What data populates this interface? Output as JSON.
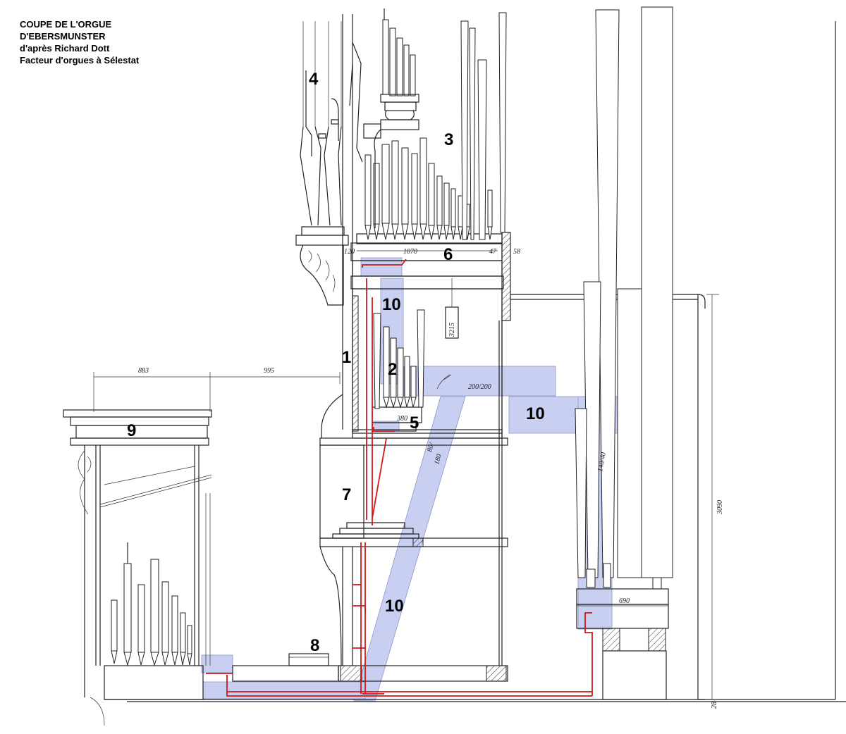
{
  "title": {
    "line1": "COUPE  DE  L'ORGUE",
    "line2": "D'EBERSMUNSTER",
    "line3": "d'après Richard Dott",
    "line4": "Facteur d'orgues à Sélestat"
  },
  "labels": {
    "n1": "1",
    "n2": "2",
    "n3": "3",
    "n4": "4",
    "n5": "5",
    "n6": "6",
    "n7": "7",
    "n8": "8",
    "n9": "9",
    "n10a": "10",
    "n10b": "10",
    "n10c": "10"
  },
  "dimensions": {
    "d883": "883",
    "d995": "995",
    "d1070": "1070",
    "d120": "120",
    "d47": "47",
    "d58": "58",
    "d3215": "3215",
    "d200": "200/200",
    "d380": "380",
    "d80": "80/",
    "d180": "180",
    "d140": "140/40",
    "d3090": "3090",
    "d690": "690",
    "d28": "28"
  },
  "colors": {
    "duct": "#c9cff0",
    "windline": "#d01818",
    "ink": "#222222"
  }
}
